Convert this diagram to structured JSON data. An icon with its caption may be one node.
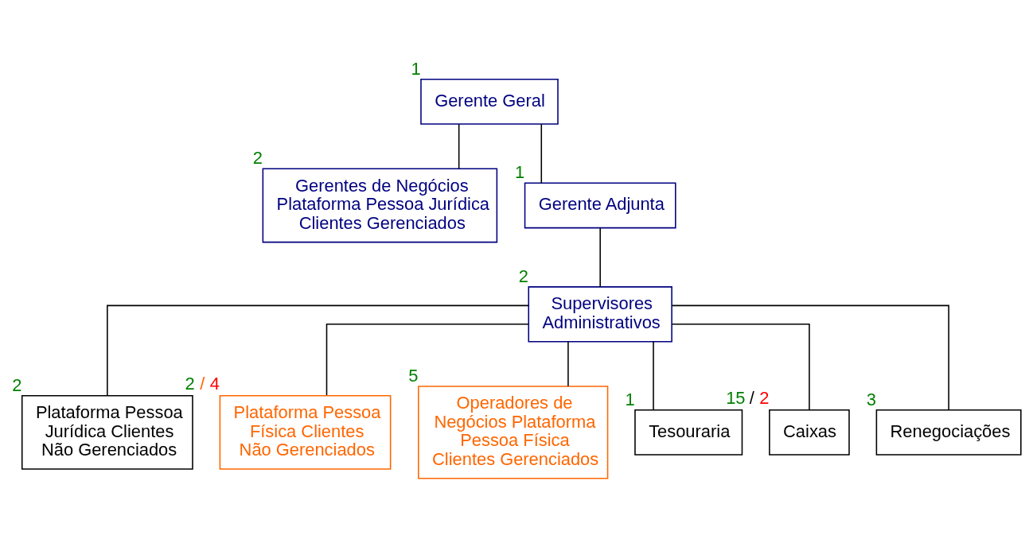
{
  "diagram": {
    "nodes": [
      {
        "text": [
          "Gerente Geral"
        ],
        "beside": [
          "1"
        ]
      },
      {
        "text": [
          "Gerentes de Negócios Plataforma Pessoa Jurídica Clientes Gerenciados"
        ],
        "beside": [
          "2"
        ]
      },
      {
        "text": [
          "Gerente Adjunta"
        ],
        "beside": [
          "1"
        ]
      },
      {
        "text": [
          "Supervisores Administrativos"
        ],
        "beside": [
          "2"
        ]
      },
      {
        "text": [
          "Plataforma Pessoa Jurídica Clientes Não Gerenciados"
        ],
        "beside": [
          "2"
        ]
      },
      {
        "text": [
          "Plataforma Pessoa Física Clientes Não Gerenciados"
        ],
        "beside": [
          "2 / 4"
        ]
      },
      {
        "text": [
          "Operadores de Negócios Plataforma Pessoa Física Clientes Gerenciados"
        ],
        "beside": [
          "5"
        ]
      },
      {
        "text": [
          "Tesouraria"
        ],
        "beside": [
          "1"
        ]
      },
      {
        "text": [
          "Caixas"
        ],
        "beside": [
          "15 / 2"
        ]
      },
      {
        "text": [
          "Renegociações"
        ],
        "beside": [
          "3"
        ]
      }
    ],
    "edges": [
      {
        "from": 0,
        "to": 2,
        "arrow": "none"
      },
      {
        "from": 0,
        "to": 1,
        "arrow": "none"
      },
      {
        "from": 2,
        "to": 3,
        "arrow": "none"
      },
      {
        "from": 3,
        "to": 4,
        "arrow": "none"
      },
      {
        "from": 3,
        "to": 5,
        "arrow": "none"
      },
      {
        "from": 3,
        "to": 6,
        "arrow": "none"
      },
      {
        "from": 3,
        "to": 7,
        "arrow": "none"
      },
      {
        "from": 3,
        "to": 8,
        "arrow": "none"
      },
      {
        "from": 3,
        "to": 9,
        "arrow": "none"
      }
    ]
  }
}
